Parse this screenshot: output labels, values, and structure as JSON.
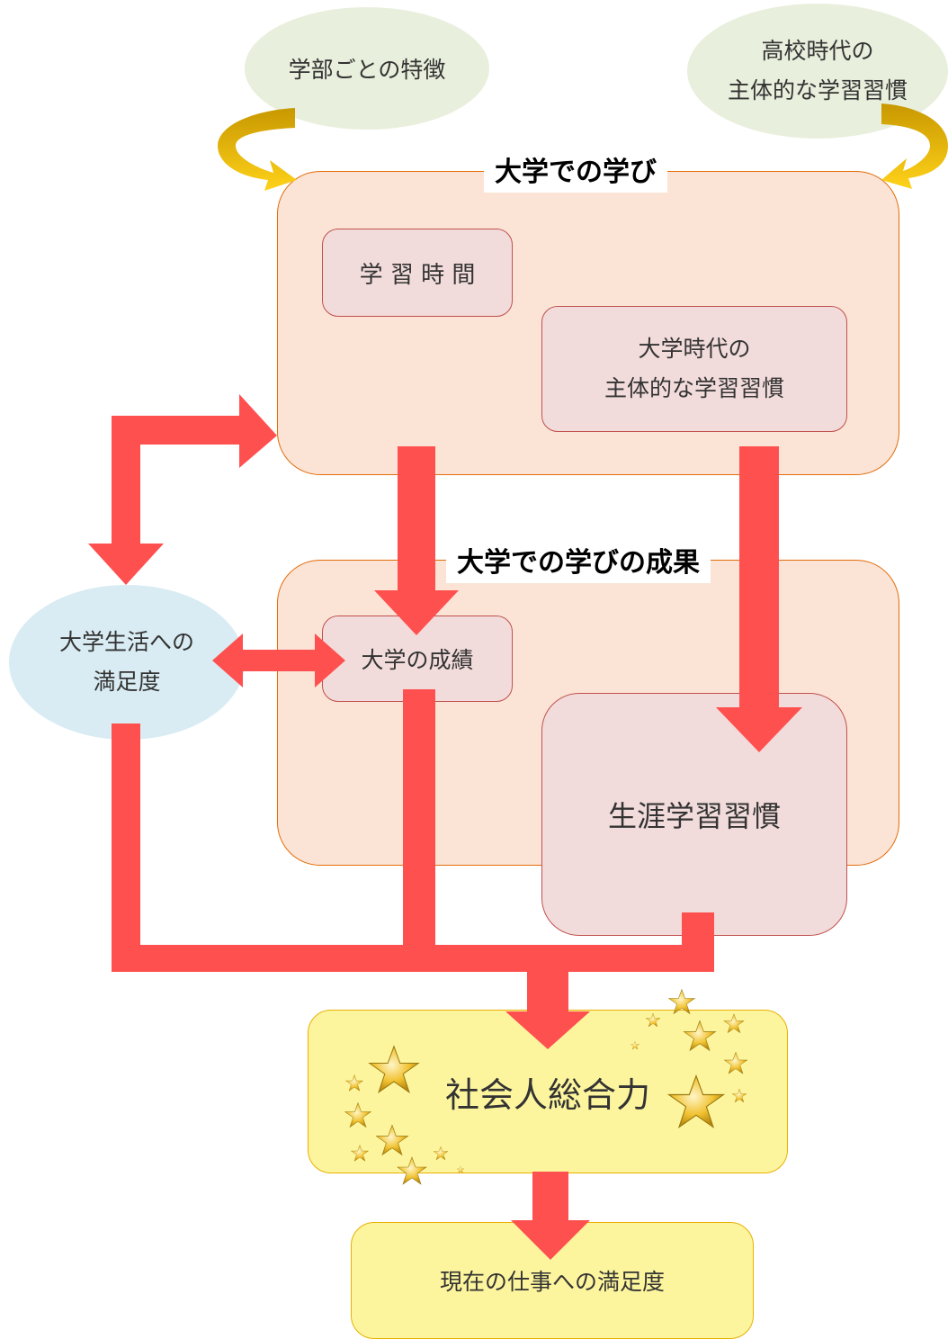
{
  "nodes": {
    "faculty_features": "学部ごとの特徴",
    "hs_habits": "高校時代の\n主体的な学習習慣",
    "univ_learning_title": "大学での学び",
    "study_time": "学 習 時 間",
    "univ_habits": "大学時代の\n主体的な学習習慣",
    "outcomes_title": "大学での学びの成果",
    "univ_satisfaction": "大学生活への\n満足度",
    "grades": "大学の成績",
    "lifelong_habits": "生涯学習習慣",
    "social_competence": "社会人総合力",
    "job_satisfaction": "現在の仕事への満足度"
  },
  "colors": {
    "arrow_red": "#ff5050",
    "curve_arrow_gold": "#f3b800",
    "box_fill": "#fbe4d5",
    "box_border": "#e36c0a",
    "inner_fill": "#f2dcdb",
    "yellow_fill": "#fdf59e"
  }
}
